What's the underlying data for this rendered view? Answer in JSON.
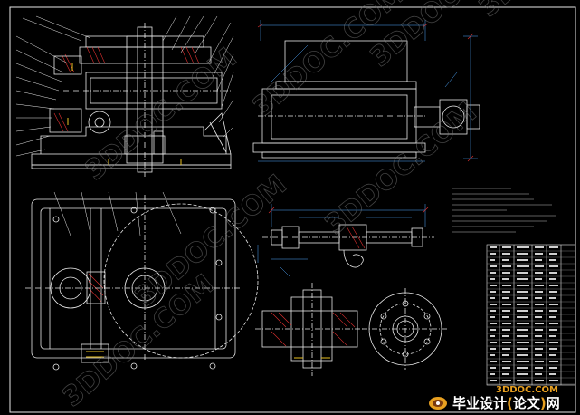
{
  "watermarks": [
    "3DDOC.COM",
    "3DDOC.COM",
    "3DDOC.COM",
    "3DDOC.COM",
    "3DDOC.COM",
    "3DDOC.COM",
    "3DDOC.C"
  ],
  "brand": {
    "site": "3DDOC.COM",
    "text_main": "毕业设计",
    "text_paren": "论文",
    "text_tail": "网"
  },
  "colors": {
    "background": "#000000",
    "line": "#e8e8e8",
    "dim": "#4fa9ff",
    "accent_red": "#e03030",
    "accent_yellow": "#e8c020",
    "watermark": "#7a7a7a",
    "brand": "#e8a020"
  },
  "icons": [
    "brand-logo-icon"
  ]
}
